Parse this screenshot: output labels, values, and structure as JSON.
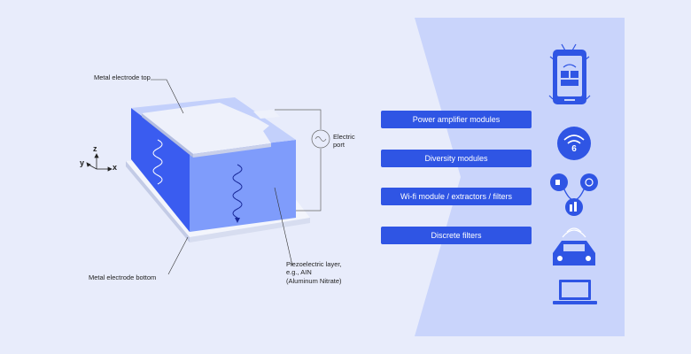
{
  "labels": {
    "top_electrode": "Metal electrode top",
    "bottom_electrode": "Metal electrode bottom",
    "electric_port_line1": "Electric",
    "electric_port_line2": "port",
    "piezo_line1": "Piezoelectric layer,",
    "piezo_line2": "e.g., AIN",
    "piezo_line3": "(Aluminum Nitrate)"
  },
  "axes": {
    "z": "z",
    "y": "y",
    "x": "x"
  },
  "applications": [
    {
      "label": "Power amplifier modules"
    },
    {
      "label": "Diversity modules"
    },
    {
      "label": "Wi-fi module / extractors / filters"
    },
    {
      "label": "Discrete filters"
    }
  ],
  "icons": {
    "wifi_badge": "6",
    "device_icons": [
      "smartphone-icon",
      "wifi-6-icon",
      "smart-home-icon",
      "car-icon",
      "laptop-icon"
    ]
  },
  "colors": {
    "background": "#e8ecfb",
    "panel": "#c9d4fb",
    "accent": "#2f55e4",
    "block_dark": "#3a5cf0",
    "block_light": "#7f9cfb"
  }
}
